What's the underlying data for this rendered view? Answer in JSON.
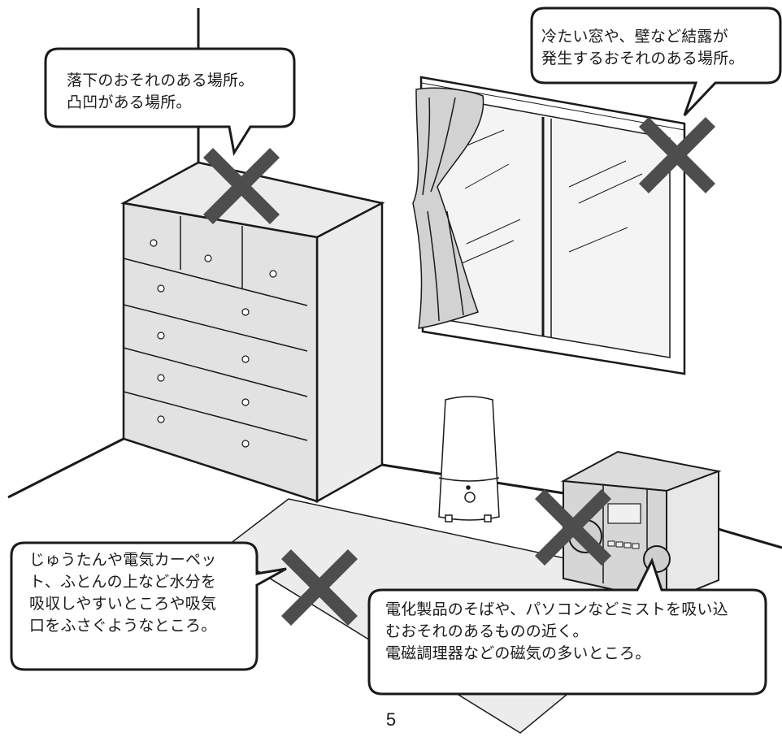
{
  "warnings": {
    "fall_place": "落下のおそれのある場所。\n凸凹がある場所。",
    "condensation_place": "冷たい窓や、壁など結露が\n発生するおそれのある場所。",
    "carpet_place": "じゅうたんや電気カーペッ\nト、ふとんの上など水分を\n吸収しやすいところや吸気\n口をふさぐようなところ。",
    "electronics_place": "電化製品のそばや、パソコンなどミストを吸い込\nむおそれのあるものの近く。\n電磁調理器などの磁気の多いところ。"
  },
  "page_number": "5",
  "colors": {
    "line": "#1a1a1a",
    "cross": "#4d4d4d",
    "furniture": "#e2e2e2",
    "furniture_side": "#ececec",
    "window_glass": "#f4f4f4",
    "curtain": "#d2d2d2",
    "rug": "#ececec"
  },
  "icons": [
    "cross-mark-icon",
    "humidifier-icon",
    "stereo-icon"
  ]
}
